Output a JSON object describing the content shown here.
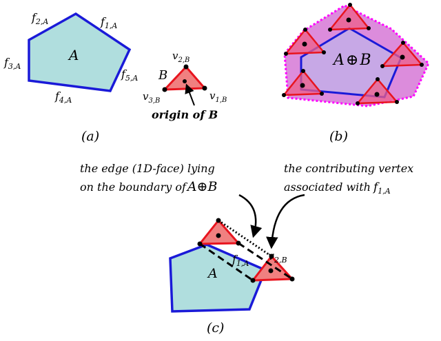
{
  "panel_a": {
    "polygon_label": "A",
    "edges": [
      {
        "name": "f",
        "sub": "1,A"
      },
      {
        "name": "f",
        "sub": "2,A"
      },
      {
        "name": "f",
        "sub": "3,A"
      },
      {
        "name": "f",
        "sub": "4,A"
      },
      {
        "name": "f",
        "sub": "5,A"
      }
    ],
    "triangle_label": "B",
    "vertices": [
      {
        "name": "v",
        "sub": "1,B"
      },
      {
        "name": "v",
        "sub": "2,B"
      },
      {
        "name": "v",
        "sub": "3,B"
      }
    ],
    "origin_text": "origin of B",
    "caption": "(a)"
  },
  "panel_b": {
    "sum_left": "A",
    "sum_op": "⊕",
    "sum_right": "B",
    "caption": "(b)"
  },
  "panel_c": {
    "note_left_line1": "the edge (1D-face) lying",
    "note_left_line2_prefix": "on the boundary of",
    "note_left_sum": "A⊕B",
    "note_right_line1": "the contributing vertex",
    "note_right_line2_prefix": "associated with",
    "note_right_f": "f",
    "note_right_f_sub": "1,A",
    "polygon_label": "A",
    "edge_label": "f",
    "edge_label_sub": "1,A",
    "vertex_label": "v",
    "vertex_label_sub": "2,B",
    "caption": "(c)"
  },
  "colors": {
    "polygon_fill": "#b0dede",
    "polygon_stroke": "#1a1ad8",
    "triangle_fill": "#f08080",
    "triangle_stroke": "#e8141e",
    "sum_fill": "#dc8cdc",
    "sum_stroke": "#ff00ff",
    "inner_fill": "#c7a8e6"
  }
}
